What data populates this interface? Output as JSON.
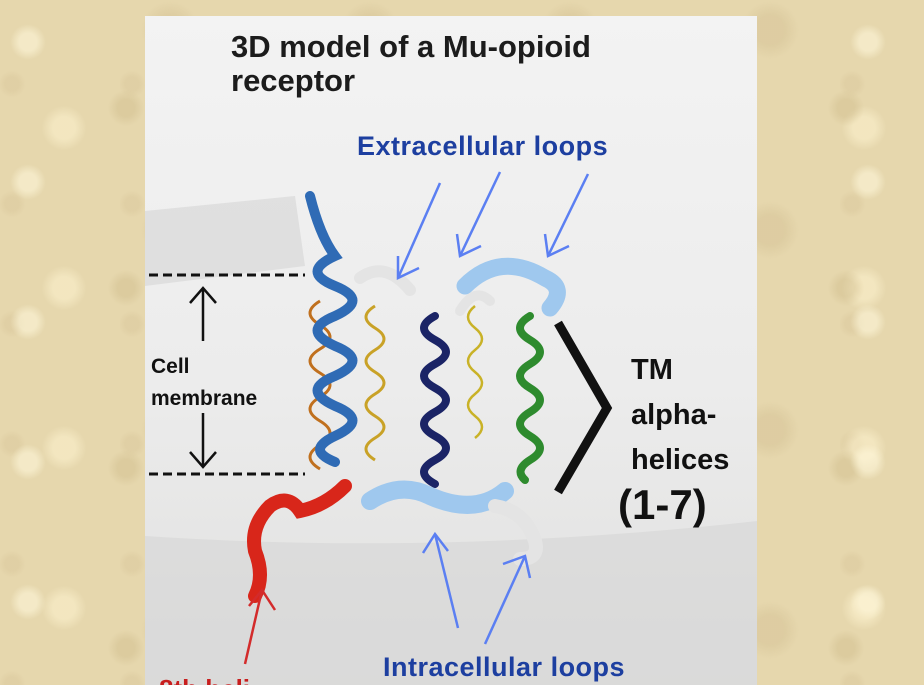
{
  "figure": {
    "title": "3D model of a Mu-opioid receptor",
    "extracellular_label": "Extracellular loops",
    "intracellular_label": "Intracellular loops",
    "cell_membrane_label": "Cell membrane",
    "tm_label_lines": [
      "TM",
      "alpha-",
      "helices"
    ],
    "tm_range": "(1-7)",
    "eighth_helix_label": "8th heli"
  },
  "colors": {
    "background": "#e6d7ad",
    "label_blue": "#1d3fa0",
    "arrow_blue": "#5b7ff2",
    "arrow_red": "#d32b2b",
    "helix_blue": "#2f6bb5",
    "helix_navy": "#1b2466",
    "helix_green": "#2e8b2e",
    "helix_orange": "#c0701e",
    "helix_gold": "#c9a227",
    "loop_lightblue": "#9fc8ee",
    "loop_white": "#e4e4e4",
    "helix_red": "#d8261a"
  }
}
